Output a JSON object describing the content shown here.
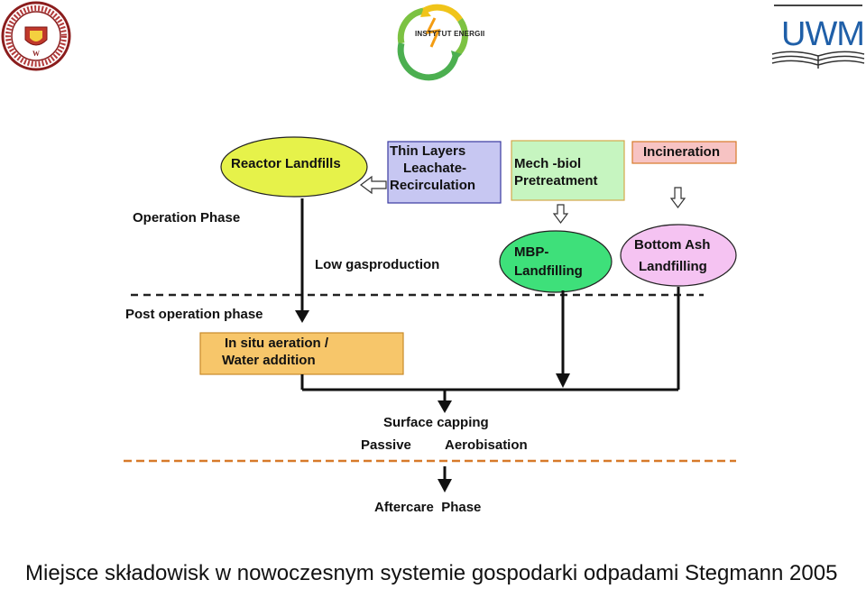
{
  "logos": {
    "left": "university-seal",
    "center_text": "INSTYTUT ENERGII",
    "right_text": "UWM"
  },
  "diagram": {
    "nodes": {
      "reactor_landfills": "Reactor Landfills",
      "thin_layers": [
        "Thin Layers",
        "Leachate-",
        "Recirculation"
      ],
      "mech_biol": [
        "Mech -biol",
        "Pretreatment"
      ],
      "incineration": "Incineration",
      "mbp_landfilling": [
        "MBP-",
        "Landfilling"
      ],
      "bottom_ash": [
        "Bottom Ash",
        "Landfilling"
      ],
      "in_situ": [
        "In situ aeration /",
        "Water addition"
      ]
    },
    "labels": {
      "operation_phase": "Operation Phase",
      "low_gasproduction": "Low gasproduction",
      "post_operation_phase": "Post operation phase",
      "surface_capping": "Surface capping",
      "passive": "Passive",
      "aerobisation": "Aerobisation",
      "aftercare_phase": "Aftercare  Phase"
    },
    "colors": {
      "reactor_fill": "#e6f24a",
      "thin_layers_fill": "#c7c7f2",
      "mech_fill": "#c6f5c0",
      "incineration_fill": "#f7c3c3",
      "mbp_fill": "#3ee07a",
      "bottom_ash_fill": "#f5c3f2",
      "in_situ_fill": "#f7c66a",
      "divider_black": "#222222",
      "divider_orange": "#d77a2a"
    }
  },
  "caption": "Miejsce składowisk w nowoczesnym systemie gospodarki odpadami Stegmann 2005"
}
